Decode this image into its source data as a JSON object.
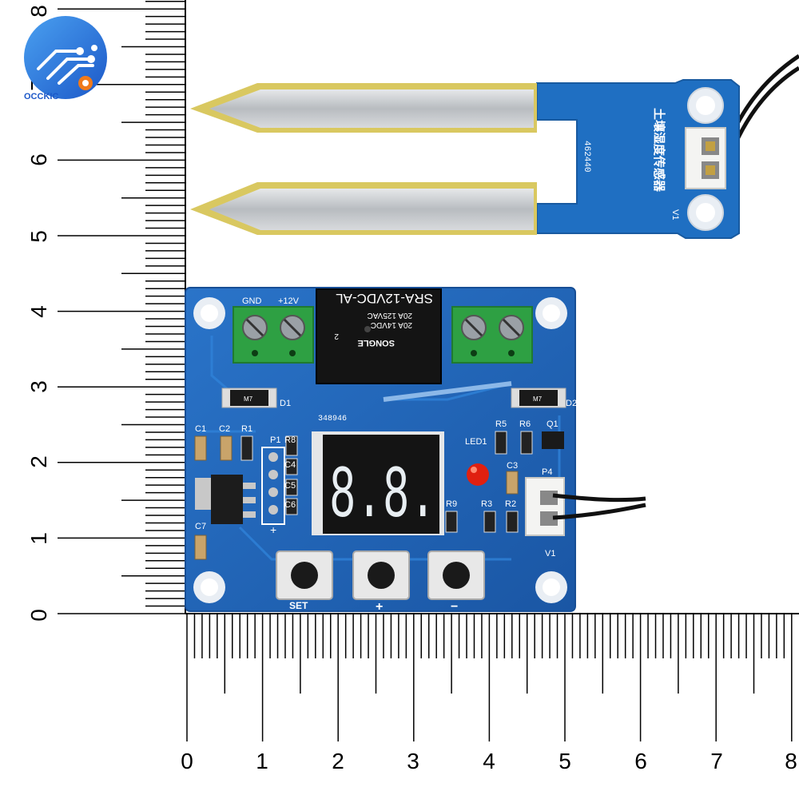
{
  "brand": {
    "logo_text": "OCCKIC",
    "colors": {
      "logo_blue": "#2f6fd6",
      "logo_orange": "#f07a1a"
    }
  },
  "ruler_vertical": {
    "ticks": [
      "8",
      "7",
      "6",
      "5",
      "4",
      "3",
      "2",
      "1",
      "0"
    ]
  },
  "ruler_horizontal": {
    "ticks": [
      "0",
      "1",
      "2",
      "3",
      "4",
      "5",
      "6",
      "7",
      "8"
    ]
  },
  "probe": {
    "chinese_label": "土壤湿度传感器",
    "code": "462440",
    "version": "V1",
    "colors": {
      "pcb": "#1f6fc2",
      "prong": "#c9ccd0",
      "gold": "#d9c860"
    }
  },
  "board": {
    "terminal_left_labels": {
      "gnd": "GND",
      "vcc": "+12V"
    },
    "relay": {
      "model": "SRA-12VDC-AL",
      "rating_1": "20A 125VAC",
      "rating_2": "20A 14VDC",
      "brand": "SONGLE",
      "pin": "2"
    },
    "diode_labels": {
      "d1": "D1",
      "d2": "D2",
      "mark": "M7"
    },
    "code": "348946",
    "components": {
      "c1": "C1",
      "c2": "C2",
      "r1": "R1",
      "p1": "P1",
      "r8": "R8",
      "c4": "C4",
      "c5": "C5",
      "c6": "C6",
      "c7": "C7",
      "r5": "R5",
      "r6": "R6",
      "q1": "Q1",
      "led1": "LED1",
      "c3": "C3",
      "r9": "R9",
      "r3": "R3",
      "r2": "R2",
      "p4": "P4",
      "plus": "+",
      "v1": "V1"
    },
    "display": {
      "digits": "8.8."
    },
    "buttons": {
      "set": "SET",
      "plus": "+",
      "minus": "−"
    },
    "colors": {
      "pcb": "#1f63b8",
      "display": "#1a1a1a",
      "led_red": "#e02010",
      "terminal": "#2ea043"
    }
  }
}
